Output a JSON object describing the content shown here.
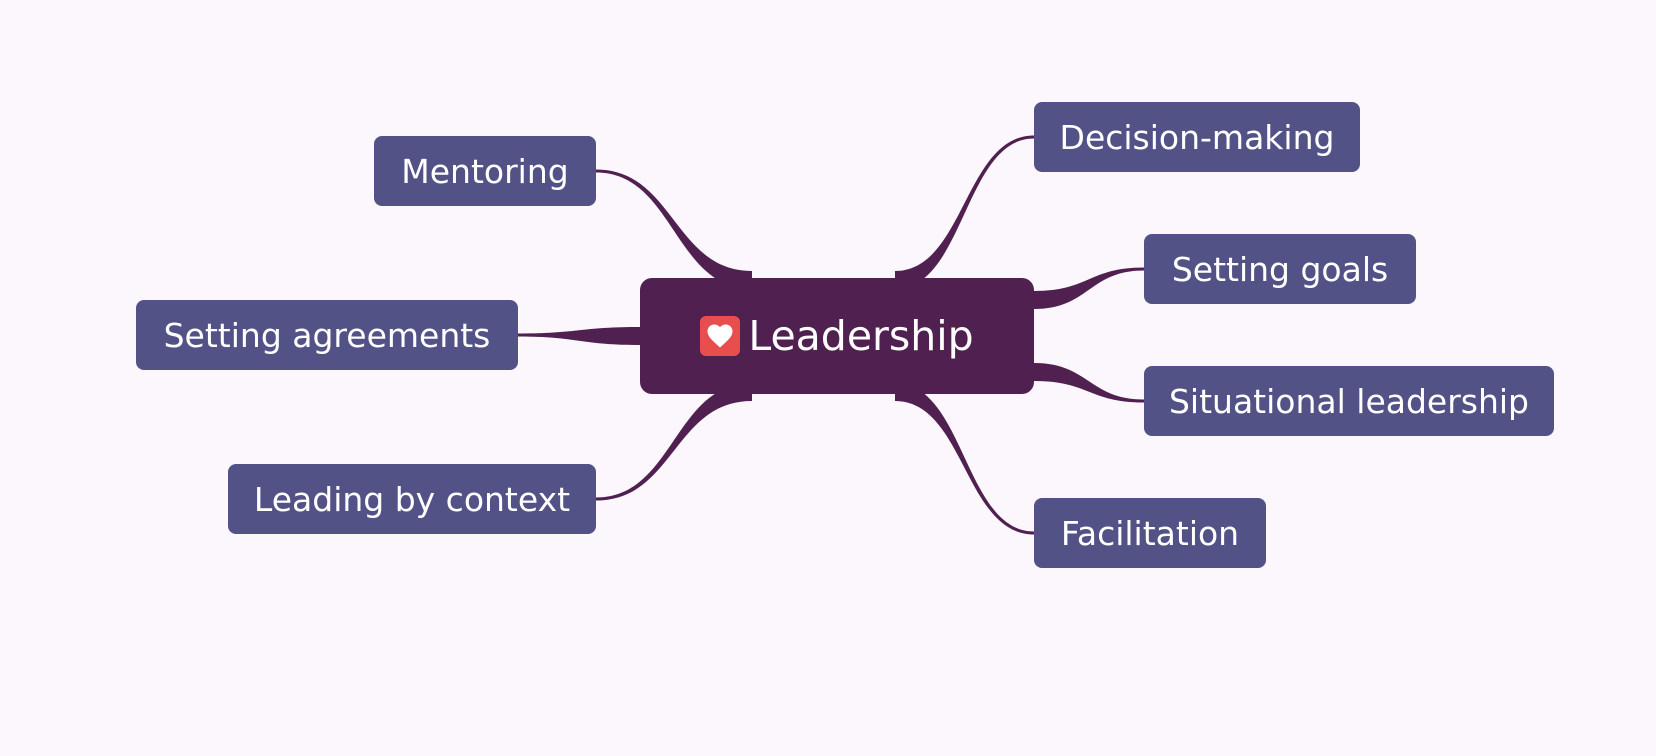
{
  "colors": {
    "background": "#FCF7FC",
    "central_fill": "#502050",
    "topic_fill": "#535287",
    "branch": "#502050",
    "text": "#FFFFFF",
    "icon_badge": "#E84E4E"
  },
  "central": {
    "label": "Leadership",
    "icon": "heart-icon"
  },
  "left_topics": [
    {
      "label": "Mentoring"
    },
    {
      "label": "Setting agreements"
    },
    {
      "label": "Leading by context"
    }
  ],
  "right_topics": [
    {
      "label": "Decision-making"
    },
    {
      "label": "Setting goals"
    },
    {
      "label": "Situational leadership"
    },
    {
      "label": "Facilitation"
    }
  ]
}
